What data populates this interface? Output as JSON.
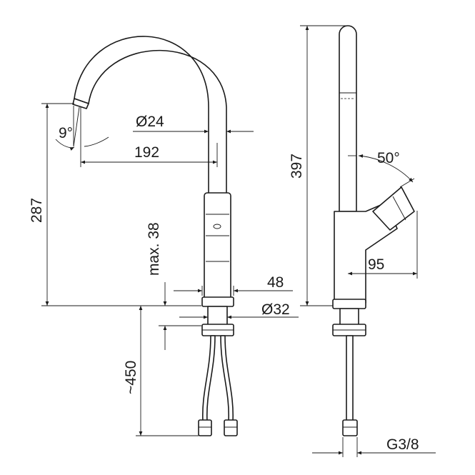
{
  "drawing": {
    "dimensions": {
      "aerator_angle": "9°",
      "spout_diameter": "Ø24",
      "spout_reach": "192",
      "outlet_height": "287",
      "deck_thickness": "max. 38",
      "base_width": "48",
      "shank_diameter": "Ø32",
      "hose_length": "~450",
      "total_height": "397",
      "lever_angle": "50°",
      "lever_reach": "95",
      "connection_thread": "G3/8"
    }
  }
}
